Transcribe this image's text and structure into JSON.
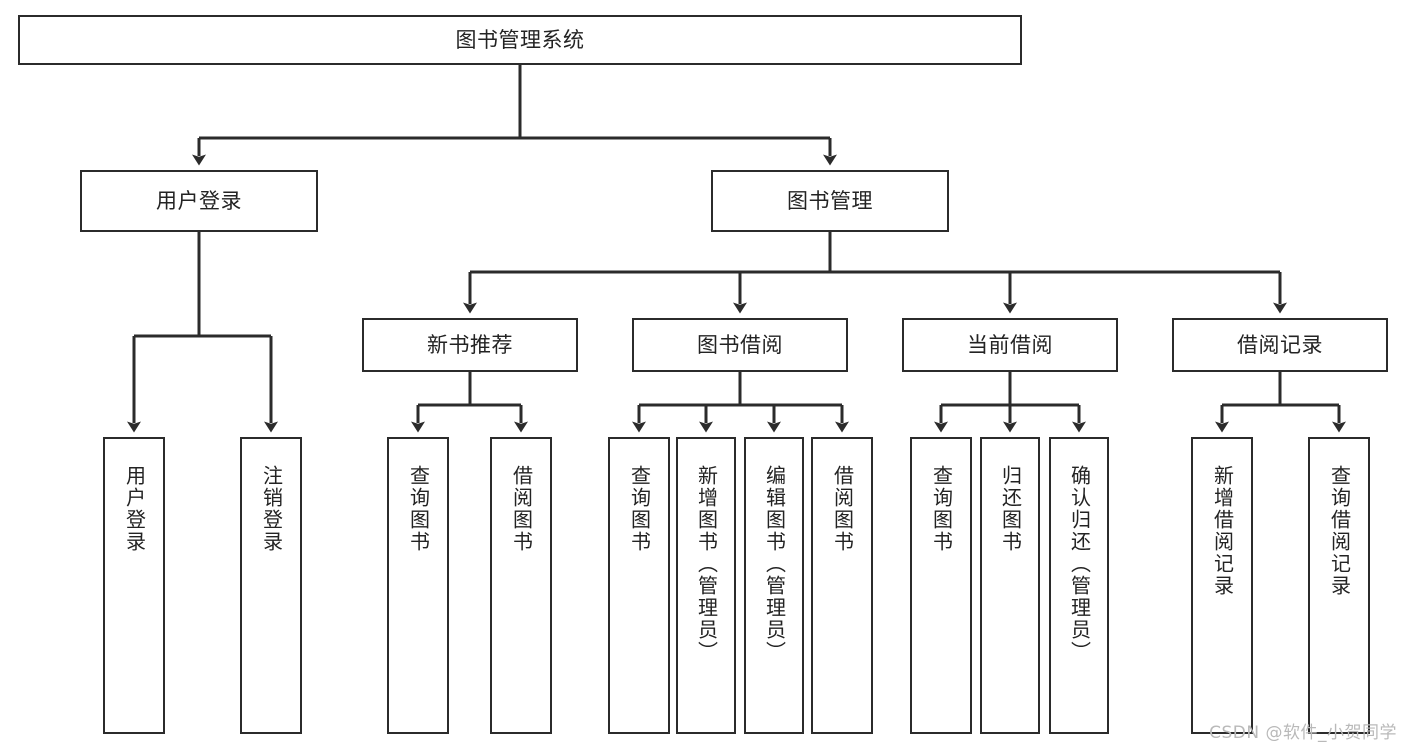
{
  "diagram": {
    "title": "图书管理系统",
    "type": "tree-hierarchy",
    "watermark": "CSDN @软件_小贺同学",
    "colors": {
      "background": "#ffffff",
      "node_border": "#2b2b2b",
      "node_fill": "#ffffff",
      "text": "#232323",
      "edge": "#2b2b2b",
      "watermark": "#b9b9b9"
    },
    "levels": {
      "root": {
        "label": "图书管理系统"
      },
      "level2": [
        {
          "label": "用户登录"
        },
        {
          "label": "图书管理"
        }
      ],
      "level3": [
        {
          "label": "新书推荐"
        },
        {
          "label": "图书借阅"
        },
        {
          "label": "当前借阅"
        },
        {
          "label": "借阅记录"
        }
      ],
      "leaves": {
        "user_login": [
          {
            "label": "用户登录"
          },
          {
            "label": "注销登录"
          }
        ],
        "new_book_recommend": [
          {
            "label": "查询图书"
          },
          {
            "label": "借阅图书"
          }
        ],
        "book_borrow": [
          {
            "label": "查询图书"
          },
          {
            "label": "新增图书（管理员）"
          },
          {
            "label": "编辑图书（管理员）"
          },
          {
            "label": "借阅图书"
          }
        ],
        "current_borrow": [
          {
            "label": "查询图书"
          },
          {
            "label": "归还图书"
          },
          {
            "label": "确认归还（管理员）"
          }
        ],
        "borrow_record": [
          {
            "label": "新增借阅记录"
          },
          {
            "label": "查询借阅记录"
          }
        ]
      }
    }
  }
}
